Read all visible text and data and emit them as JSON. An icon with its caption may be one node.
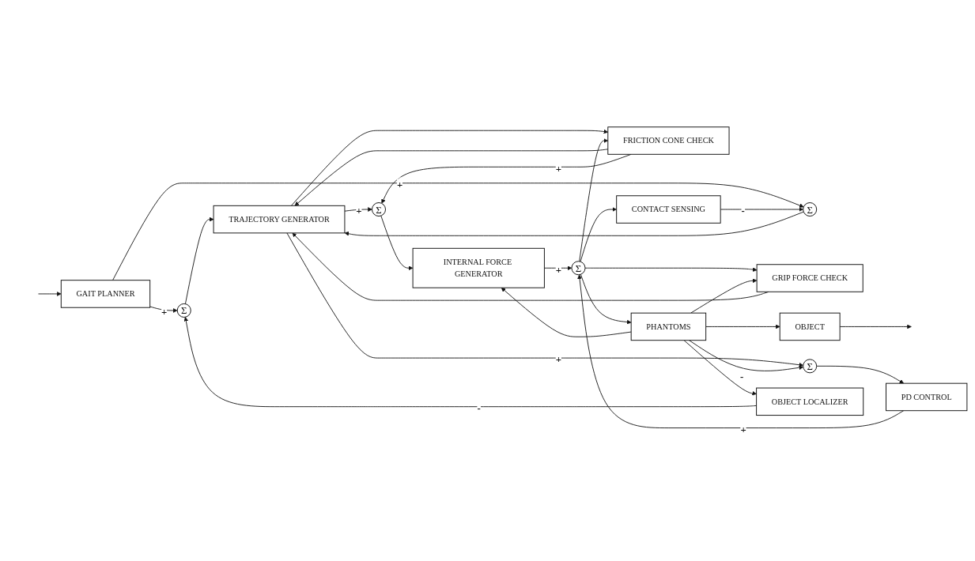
{
  "diagram": {
    "nodes": [
      {
        "text": [
          "GAIT PLANNER"
        ]
      },
      {
        "text": [
          "Σ"
        ]
      },
      {
        "text": [
          "Σ"
        ]
      },
      {
        "text": [
          "TRAJECTORY GENERATOR"
        ]
      },
      {
        "text": [
          "Σ"
        ]
      },
      {
        "text": [
          "INTERNAL FORCE GENERATOR"
        ]
      },
      {
        "text": [
          "GRIP FORCE CHECK"
        ]
      },
      {
        "text": [
          "FRICTION CONE CHECK"
        ]
      },
      {
        "text": [
          "Σ"
        ]
      },
      {
        "text": [
          "PD CONTROL"
        ]
      },
      {
        "text": [
          "Σ"
        ]
      },
      {
        "text": [
          "PHANTOMS"
        ]
      },
      {
        "text": [
          "OBJECT"
        ]
      },
      {
        "text": [
          "CONTACT SENSING"
        ]
      },
      {
        "text": [
          "OBJECT LOCALIZER"
        ]
      }
    ],
    "edges": [
      {
        "from": null,
        "to": 0,
        "arrow": "to"
      },
      {
        "from": 0,
        "to": 1,
        "arrow": "to",
        "label": "+"
      },
      {
        "from": 1,
        "to": 3,
        "arrow": "to"
      },
      {
        "from": 0,
        "to": 2,
        "arrow": "to",
        "label": "+"
      },
      {
        "from": 2,
        "to": 3,
        "arrow": "to"
      },
      {
        "from": 14,
        "to": 1,
        "arrow": "to",
        "label": "-"
      },
      {
        "from": 13,
        "to": 2,
        "arrow": "to",
        "label": "-"
      },
      {
        "from": 3,
        "to": 4,
        "arrow": "to",
        "label": "+"
      },
      {
        "from": 7,
        "to": 3,
        "arrow": "to"
      },
      {
        "from": 7,
        "to": 4,
        "arrow": "to",
        "label": "+"
      },
      {
        "from": 6,
        "to": 3,
        "arrow": "to"
      },
      {
        "from": 4,
        "to": 5,
        "arrow": "to"
      },
      {
        "from": 3,
        "to": 7,
        "arrow": "to"
      },
      {
        "from": 3,
        "to": 8,
        "arrow": "to",
        "label": "+"
      },
      {
        "from": 8,
        "to": 9,
        "arrow": "to"
      },
      {
        "from": 9,
        "to": 10,
        "arrow": "to",
        "label": "+"
      },
      {
        "from": 5,
        "to": 10,
        "arrow": "to",
        "label": "+"
      },
      {
        "from": 10,
        "to": 11,
        "arrow": "to"
      },
      {
        "from": 10,
        "to": 6,
        "arrow": "to"
      },
      {
        "from": 10,
        "to": 7,
        "arrow": "to"
      },
      {
        "from": 10,
        "to": 13,
        "arrow": "to"
      },
      {
        "from": 11,
        "to": 12,
        "arrow": "to"
      },
      {
        "from": 11,
        "to": 5,
        "arrow": "to"
      },
      {
        "from": 11,
        "to": 6,
        "arrow": "to"
      },
      {
        "from": 11,
        "to": 8,
        "arrow": "to",
        "label": "-"
      },
      {
        "from": 11,
        "to": 14,
        "arrow": "to"
      },
      {
        "from": 12,
        "to": null,
        "arrow": "to"
      }
    ]
  }
}
